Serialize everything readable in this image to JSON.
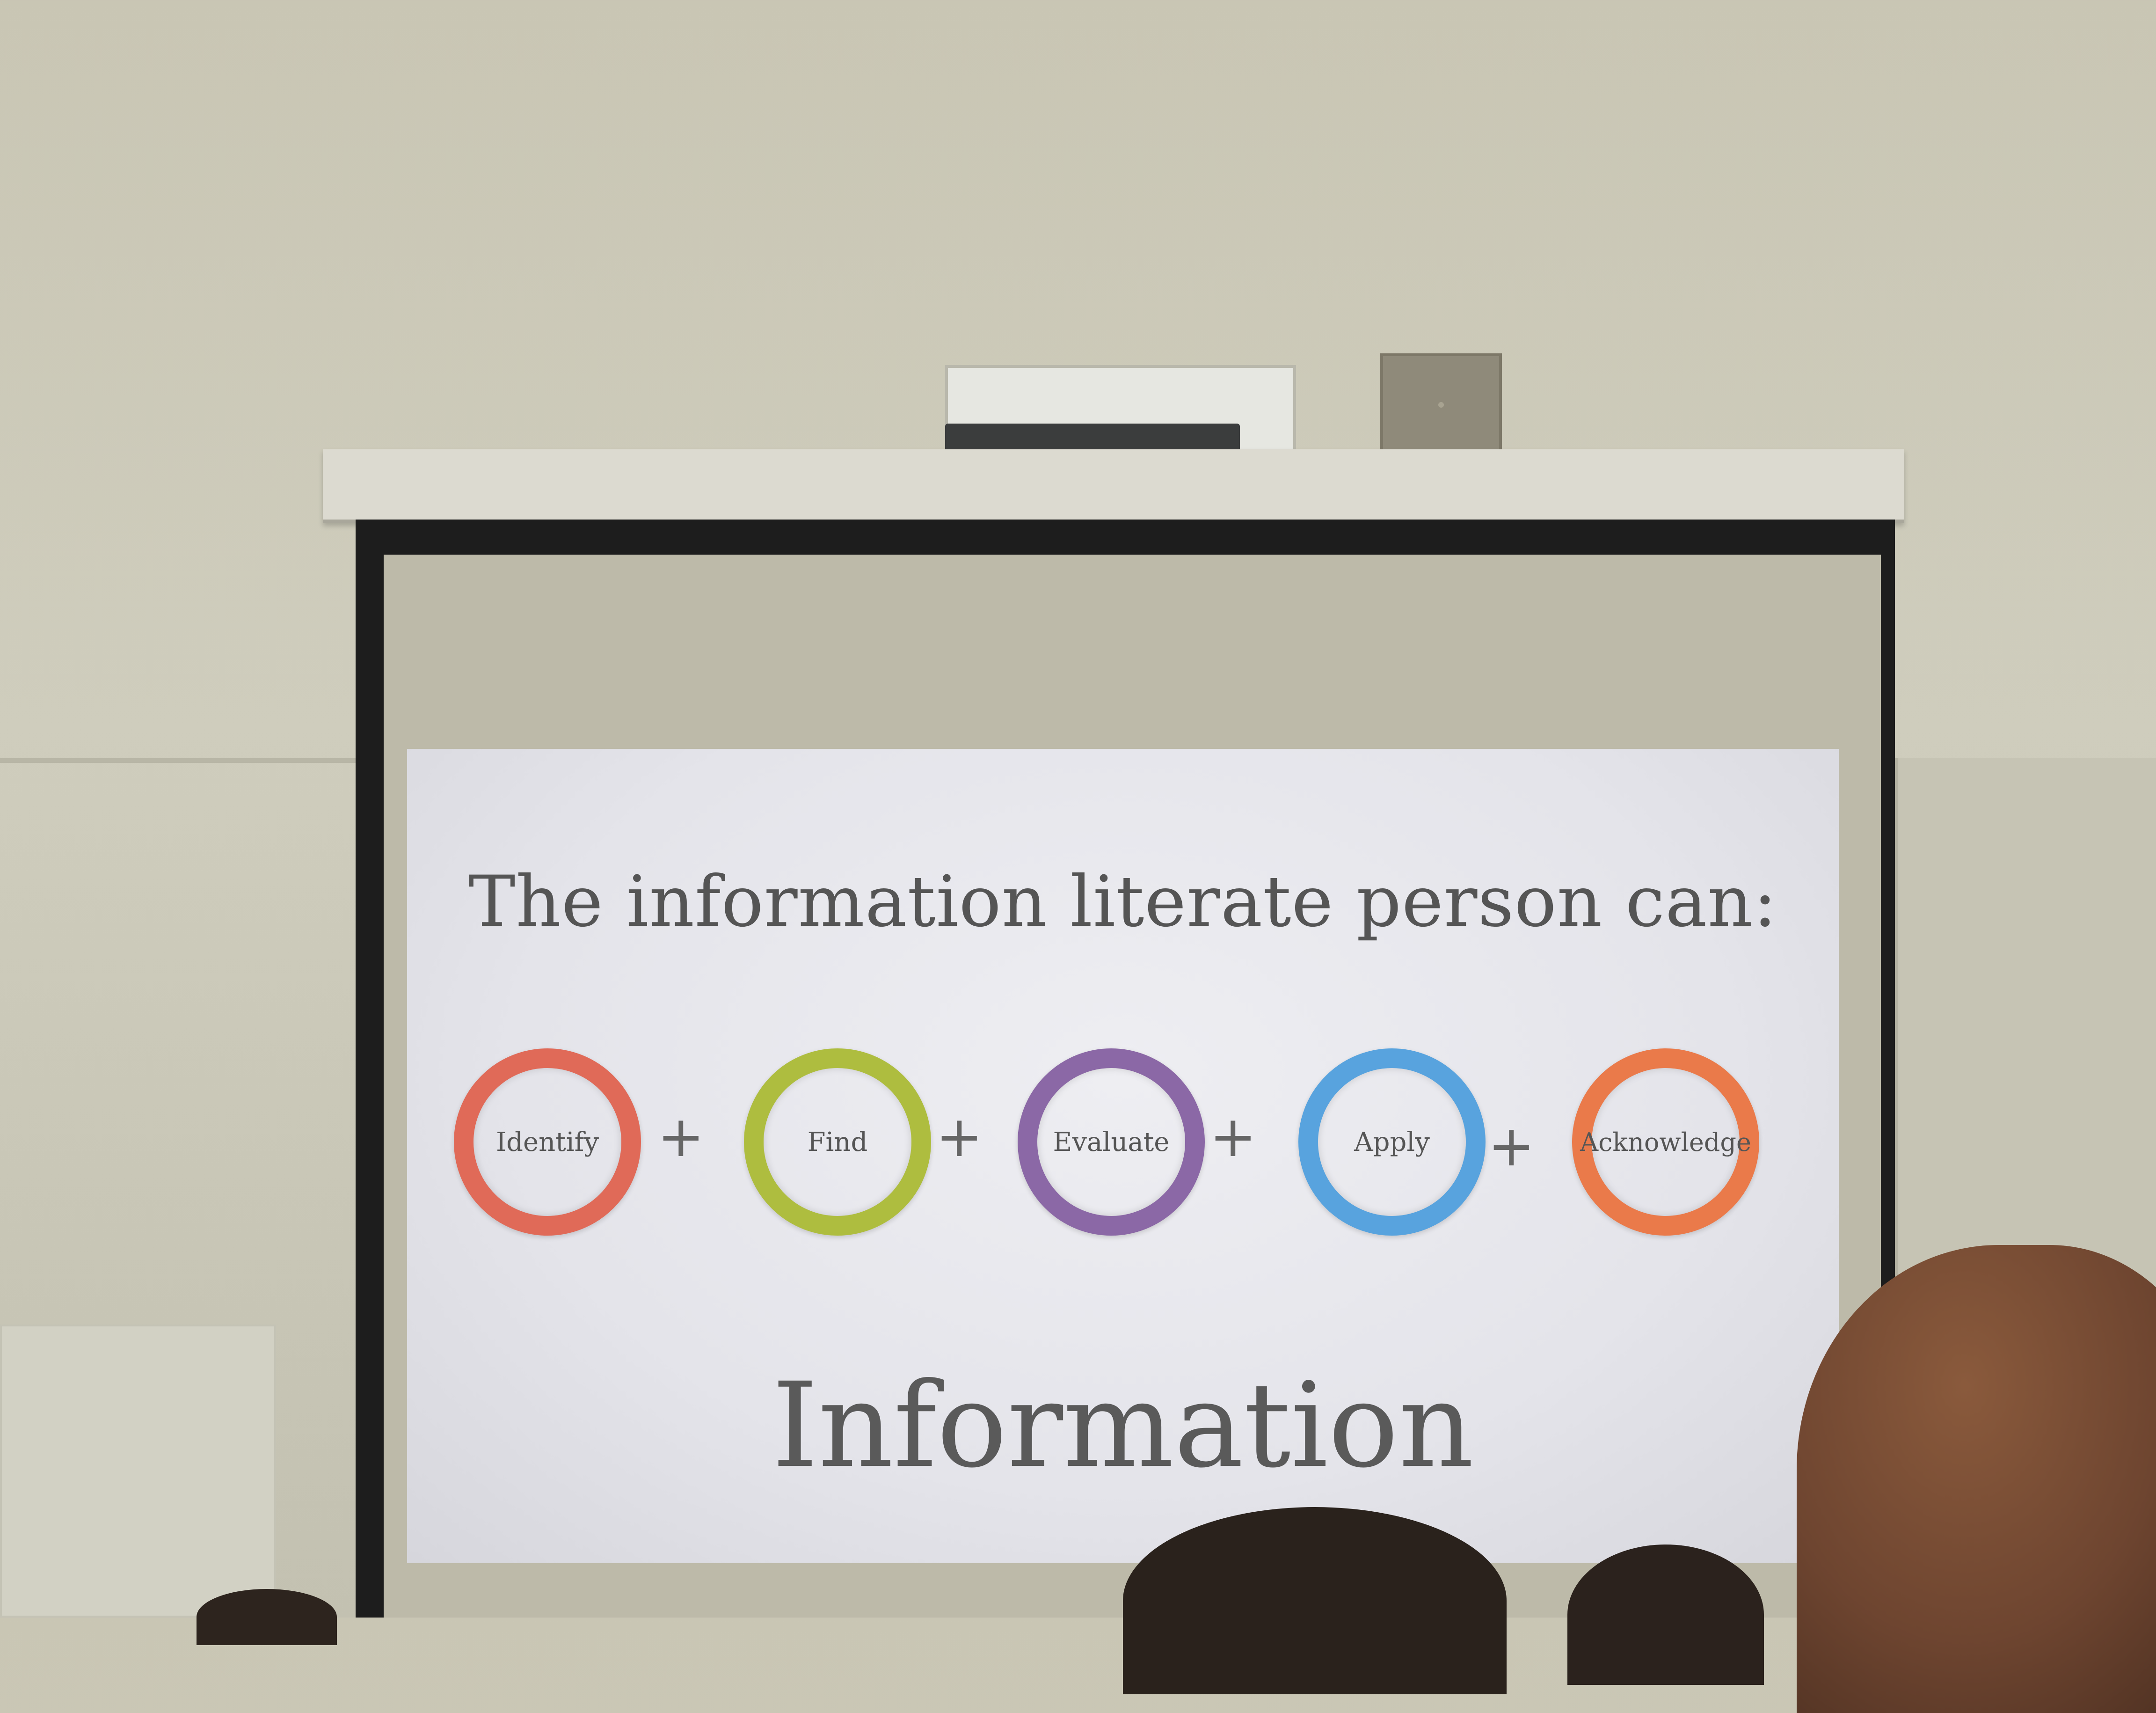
{
  "slide": {
    "title": "The information literate person can:",
    "steps": [
      {
        "label": "Identify",
        "color": "#e06a58"
      },
      {
        "label": "Find",
        "color": "#aebd3f"
      },
      {
        "label": "Evaluate",
        "color": "#8b68a6"
      },
      {
        "label": "Apply",
        "color": "#58a3de"
      },
      {
        "label": "Acknowledge",
        "color": "#ea7a4a"
      }
    ],
    "connector": "+",
    "bottom_word": "Information"
  }
}
